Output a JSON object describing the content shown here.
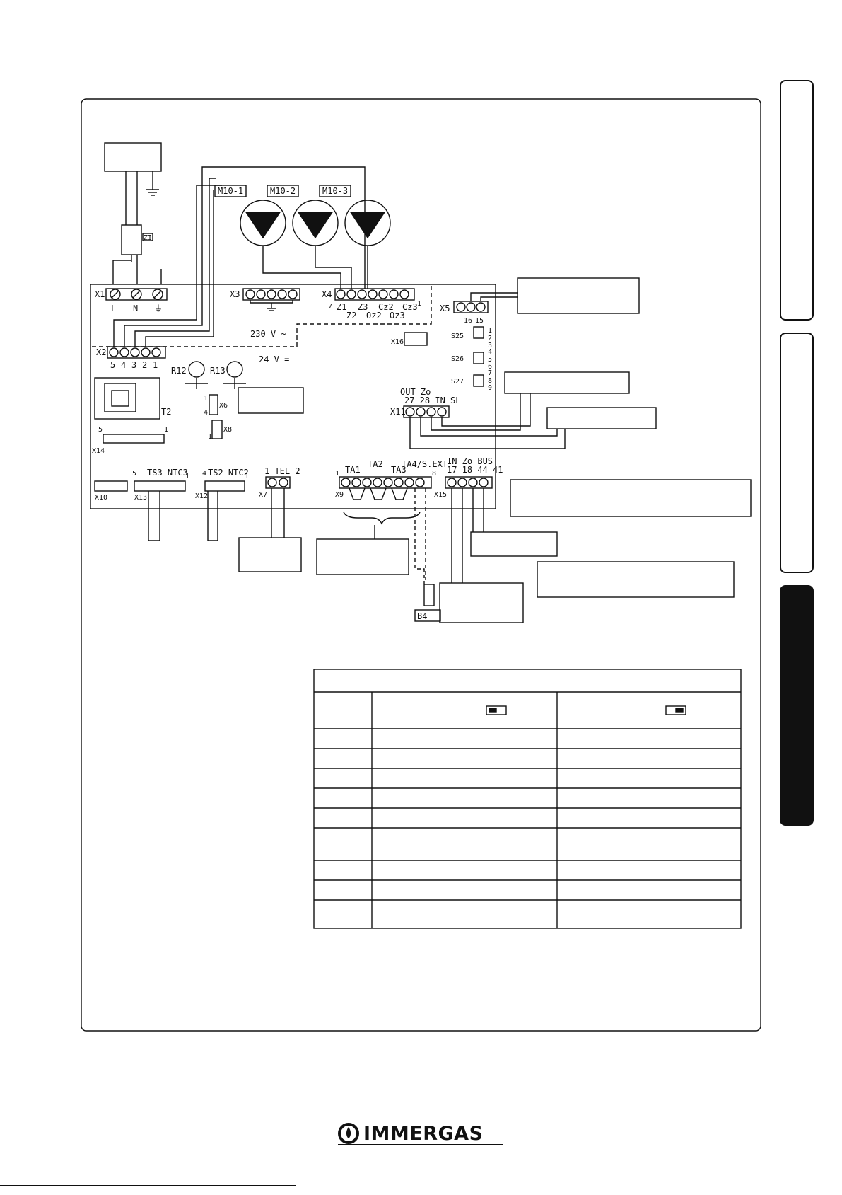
{
  "brand": {
    "name": "IMMERGAS"
  },
  "diagram": {
    "pumps": [
      "M10-1",
      "M10-2",
      "M10-3"
    ],
    "filter_label": "ZI",
    "connectors": {
      "x1": {
        "name": "X1",
        "pins": [
          "L",
          "N",
          "⏚"
        ]
      },
      "x2": {
        "name": "X2",
        "pins": [
          "5",
          "4",
          "3",
          "2",
          "1"
        ]
      },
      "x3": {
        "name": "X3"
      },
      "x4": {
        "name": "X4",
        "pin_start": "7",
        "pin_end": "1",
        "top": [
          "Z1",
          "Z3",
          "Cz2",
          "Cz3"
        ],
        "bottom": [
          "Z2",
          "Oz2",
          "Oz3"
        ]
      },
      "x5": {
        "name": "X5",
        "pins": [
          "16",
          "15"
        ]
      },
      "x6": {
        "name": "X6",
        "pin1": "1",
        "pin4": "4"
      },
      "x7": {
        "name": "X7",
        "label": "1 TEL 2"
      },
      "x8": {
        "name": "X8",
        "pin1": "1"
      },
      "x9": {
        "name": "X9",
        "pin1": "1",
        "pin8": "8",
        "labels": [
          "TA1",
          "TA2",
          "TA3",
          "TA4/S.EXT"
        ]
      },
      "x10": {
        "name": "X10"
      },
      "x11": {
        "name": "X11",
        "top": "OUT  Zo",
        "pins": "27 28 IN  SL"
      },
      "x12": {
        "name": "X12",
        "label": "TS2  NTC2",
        "pin_l": "4",
        "pin_r": "1"
      },
      "x13": {
        "name": "X13",
        "label": "TS3  NTC3",
        "pin_l": "5",
        "pin_r": "1"
      },
      "x14": {
        "name": "X14",
        "pin_l": "5",
        "pin_r": "1"
      },
      "x15": {
        "name": "X15",
        "top": "IN  Zo  BUS",
        "pins": "17 18 44 41"
      },
      "x16": {
        "name": "X16"
      }
    },
    "voltages": {
      "high": "230 V ~",
      "low": "24 V ="
    },
    "potentiometers": [
      "R12",
      "R13"
    ],
    "transformer": "T2",
    "switches": [
      {
        "name": "S25",
        "pins": [
          "1",
          "2",
          "3"
        ]
      },
      {
        "name": "S26",
        "pins": [
          "4",
          "5",
          "6"
        ]
      },
      {
        "name": "S27",
        "pins": [
          "7",
          "8",
          "9"
        ]
      }
    ],
    "sensor": "B4"
  },
  "table": {
    "rows": 9
  }
}
